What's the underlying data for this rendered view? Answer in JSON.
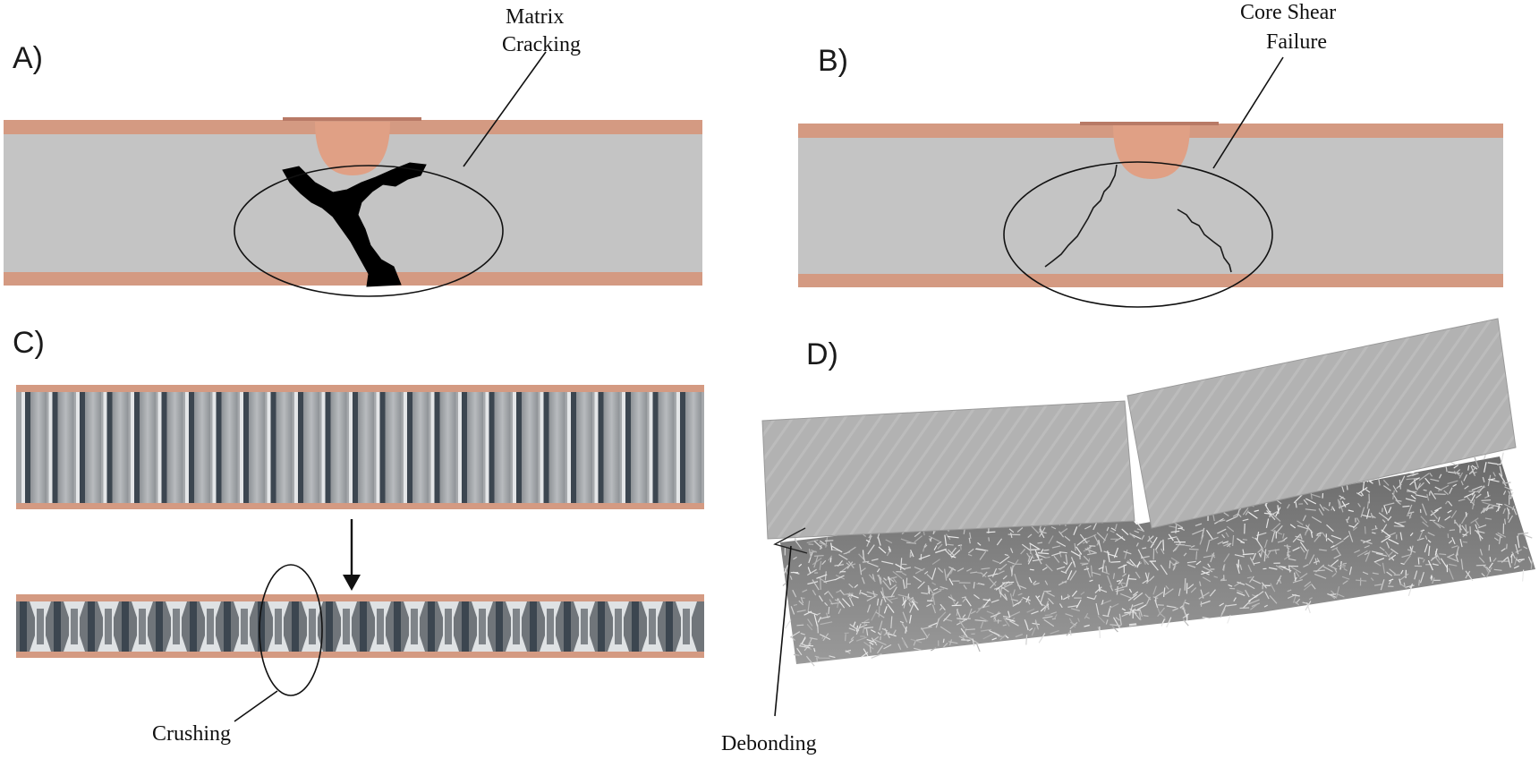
{
  "panels": {
    "a": {
      "letter": "A)",
      "callout_line1": "Matrix",
      "callout_line2": "Cracking"
    },
    "b": {
      "letter": "B)",
      "callout_line1": "Core Shear",
      "callout_line2": "Failure"
    },
    "c": {
      "letter": "C)",
      "callout": "Crushing"
    },
    "d": {
      "letter": "D)",
      "callout": "Debonding"
    }
  },
  "colors": {
    "face_sheet": "#d49a82",
    "core": "#c4c4c4",
    "indenter": "#e0a085",
    "crack": "#000000",
    "outline": "#111111",
    "honeycomb_cell": "#b9bcbf",
    "honeycomb_wall": "#3c4650",
    "foam_skin": "#a8a8a8"
  },
  "icons": {
    "load_arrow": "down-arrow-icon"
  }
}
